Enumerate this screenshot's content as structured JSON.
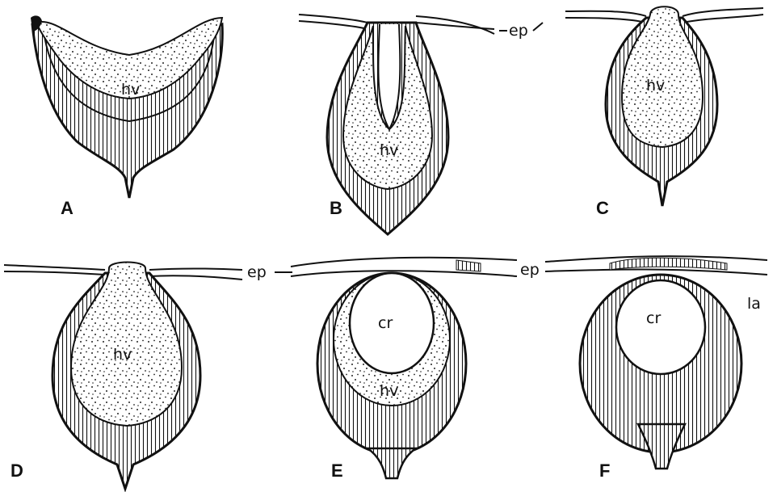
{
  "figure": {
    "panels": [
      {
        "letter": "A",
        "cavity_label": "hv"
      },
      {
        "letter": "B",
        "cavity_label": "hv"
      },
      {
        "letter": "C",
        "cavity_label": "hv"
      },
      {
        "letter": "D",
        "cavity_label": "hv"
      },
      {
        "letter": "E",
        "cavity_label": "hv",
        "lens_label": "cr"
      },
      {
        "letter": "F",
        "lens_label": "cr"
      }
    ],
    "labels": {
      "ep_top": "ep",
      "ep_bottom_left": "ep",
      "ep_bottom_middle": "ep",
      "la": "la"
    },
    "colors": {
      "ink": "#111111",
      "paper": "#ffffff"
    }
  }
}
